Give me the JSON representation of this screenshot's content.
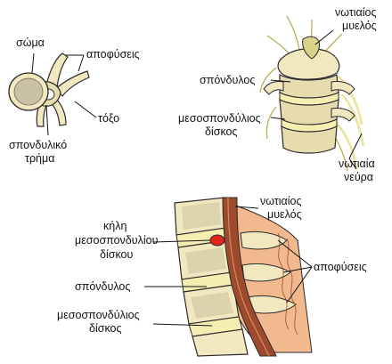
{
  "colors": {
    "bone": "#f2e8c0",
    "bone_shade": "#c8c5a2",
    "bone_outline": "#2b2b2b",
    "disc": "#f4efb0",
    "cord": "#9e4a2c",
    "herniation": "#e0261c",
    "ligament": "#f2b98f",
    "nerve": "#ece9a6",
    "nerve_dark": "#b7a84a",
    "spongy": "#c9c2a0"
  },
  "top_left": {
    "label_body": "σώμα",
    "label_processes": "αποφύσεις",
    "label_arch": "τόξο",
    "label_foramen_line1": "σπονδυλικό",
    "label_foramen_line2": "τρήμα"
  },
  "top_right": {
    "label_cord_line1": "νωτιαίος",
    "label_cord_line2": "μυελός",
    "label_vertebra": "σπόνδυλος",
    "label_disc_line1": "μεσοσπονδύλιος",
    "label_disc_line2": "δίσκος",
    "label_nerves_line1": "νωτιαία",
    "label_nerves_line2": "νεύρα"
  },
  "bottom": {
    "label_cord_line1": "νωτιαίος",
    "label_cord_line2": "μυελός",
    "label_hernia_line1": "κήλη",
    "label_hernia_line2": "μεσοσπονδυλίου",
    "label_hernia_line3": "δίσκου",
    "label_processes": "αποφύσεις",
    "label_vertebra": "σπόνδυλος",
    "label_disc_line1": "μεσοσπονδύλιος",
    "label_disc_line2": "δίσκος"
  }
}
